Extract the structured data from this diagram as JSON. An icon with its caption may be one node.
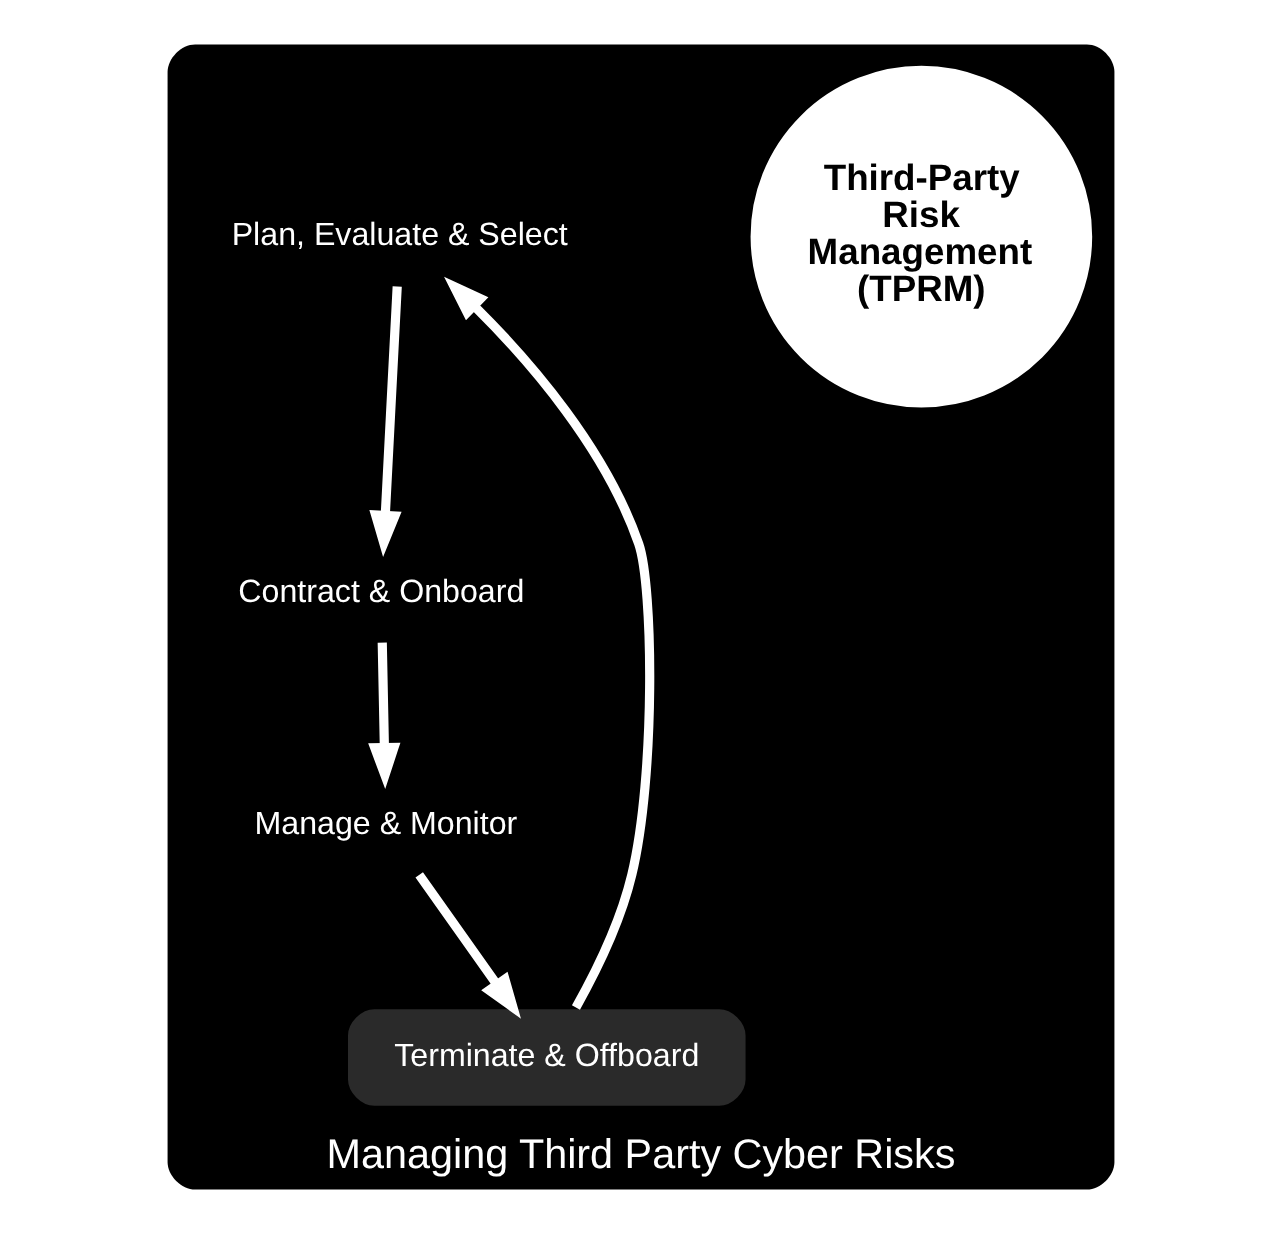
{
  "diagram": {
    "nodes": [
      {
        "text": [
          "Managing Third Party Cyber Risks"
        ]
      },
      {
        "text": [
          "Third-Party Risk Management (TPRM)"
        ],
        "in": 0
      },
      {
        "text": [
          "Plan, Evaluate & Select"
        ],
        "in": 0
      },
      {
        "text": [
          "Contract & Onboard"
        ],
        "in": 0
      },
      {
        "text": [
          "Manage & Monitor"
        ],
        "in": 0
      },
      {
        "text": [
          "Terminate & Offboard"
        ],
        "in": 0
      }
    ],
    "edges": [
      {
        "from": 2,
        "to": 3,
        "arrow": "to"
      },
      {
        "from": 3,
        "to": 4,
        "arrow": "to"
      },
      {
        "from": 4,
        "to": 5,
        "arrow": "to"
      },
      {
        "from": 5,
        "to": 2,
        "arrow": "to"
      }
    ]
  }
}
